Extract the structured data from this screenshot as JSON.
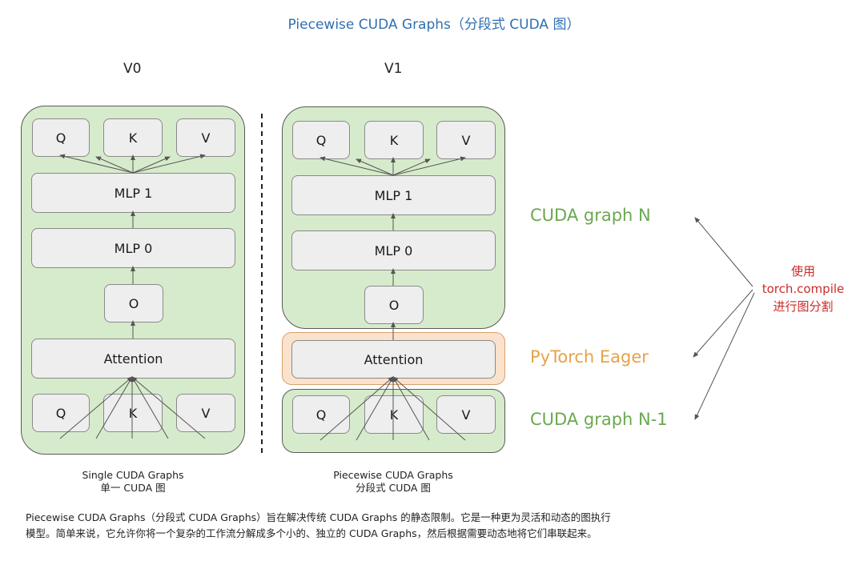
{
  "title": "Piecewise CUDA Graphs（分段式 CUDA 图）",
  "v0": {
    "label": "V0",
    "top_q": "Q",
    "top_k": "K",
    "top_v": "V",
    "mlp1": "MLP 1",
    "mlp0": "MLP 0",
    "o": "O",
    "attention": "Attention",
    "bot_q": "Q",
    "bot_k": "K",
    "bot_v": "V",
    "caption_line1": "Single CUDA Graphs",
    "caption_line2": "单一 CUDA 图"
  },
  "v1": {
    "label": "V1",
    "top_q": "Q",
    "top_k": "K",
    "top_v": "V",
    "mlp1": "MLP 1",
    "mlp0": "MLP 0",
    "o": "O",
    "attention": "Attention",
    "bot_q": "Q",
    "bot_k": "K",
    "bot_v": "V",
    "caption_line1": "Piecewise CUDA Graphs",
    "caption_line2": "分段式 CUDA 图"
  },
  "labels": {
    "graph_n": "CUDA graph N",
    "eager": "PyTorch Eager",
    "graph_n1": "CUDA graph N-1"
  },
  "colors": {
    "title": "#2f6fb2",
    "green_label": "#6aa84f",
    "orange_label": "#e6a24a",
    "note": "#cc2b2b",
    "graph_panel": "#d6ebcb",
    "eager_panel": "#fbe2cc"
  },
  "note": {
    "line1": "使用",
    "line2": "torch.compile",
    "line3": "进行图分割"
  },
  "description": {
    "line1": "Piecewise CUDA Graphs（分段式 CUDA Graphs）旨在解决传统 CUDA Graphs 的静态限制。它是一种更为灵活和动态的图执行",
    "line2": "模型。简单来说，它允许你将一个复杂的工作流分解成多个小的、独立的 CUDA Graphs，然后根据需要动态地将它们串联起来。"
  }
}
